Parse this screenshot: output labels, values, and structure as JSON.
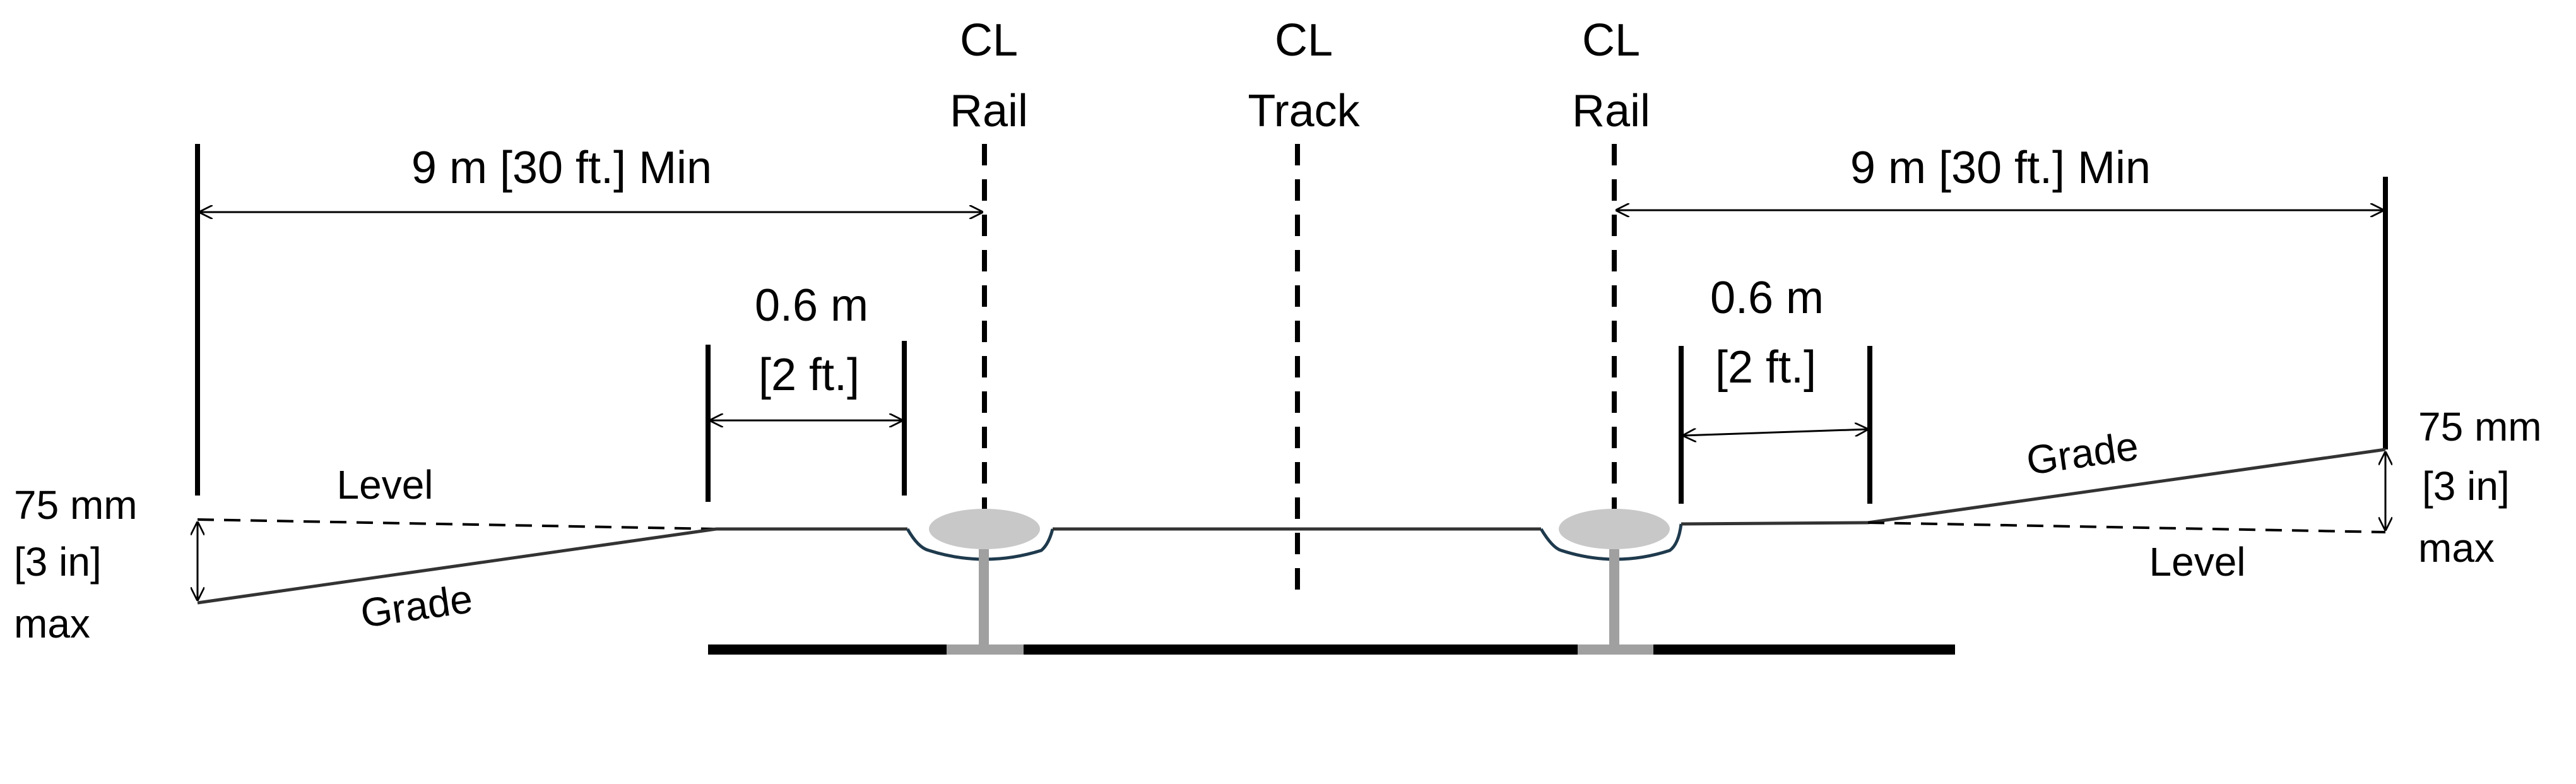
{
  "labels": {
    "cl_rail_left": {
      "line1": "CL",
      "line2": "Rail"
    },
    "cl_track": {
      "line1": "CL",
      "line2": "Track"
    },
    "cl_rail_right": {
      "line1": "CL",
      "line2": "Rail"
    },
    "clearance_left": "9 m [30 ft.] Min",
    "clearance_right": "9 m [30 ft.] Min",
    "offset_left": {
      "line1": "0.6 m",
      "line2": "[2 ft.]"
    },
    "offset_right": {
      "line1": "0.6 m",
      "line2": "[2 ft.]"
    },
    "drop_left": {
      "line1": "75 mm",
      "line2": "[3 in]",
      "line3": "max"
    },
    "drop_right": {
      "line1": "75 mm",
      "line2": "[3 in]",
      "line3": "max"
    },
    "level_left": "Level",
    "grade_left": "Grade",
    "level_right": "Level",
    "grade_right": "Grade"
  },
  "colors": {
    "line": "#000000",
    "rail_head": "#c8c8c8",
    "rail_web": "#a0a0a0",
    "ground": "#333333",
    "rail_seat": "#1f3a4d"
  }
}
